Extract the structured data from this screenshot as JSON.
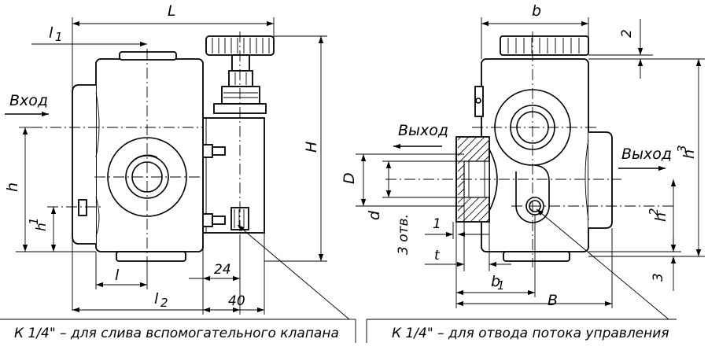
{
  "left_view": {
    "inlet_label": "Вход",
    "dims": {
      "L": "L",
      "l1": "l",
      "l1_sub": "1",
      "h": "h",
      "h1": "h",
      "h1_sub": "1",
      "H": "H",
      "l": "l",
      "l2": "l",
      "l2_sub": "2",
      "d24": "24",
      "d40": "40"
    },
    "callout": "К 1/4\" – для слива вспомогательного клапана"
  },
  "right_view": {
    "outlet_left_label": "Выход",
    "outlet_right_label": "Выход",
    "dims": {
      "b": "b",
      "d2": "2",
      "h3": "h",
      "h3_sub": "3",
      "D": "D",
      "d": "d",
      "holes": "3 отв.",
      "one": "1",
      "t": "t",
      "h2": "h",
      "h2_sub": "2",
      "three": "3",
      "b1": "b",
      "b1_sub": "1",
      "B": "B"
    },
    "callout": "К 1/4\" – для отвода потока управления"
  }
}
